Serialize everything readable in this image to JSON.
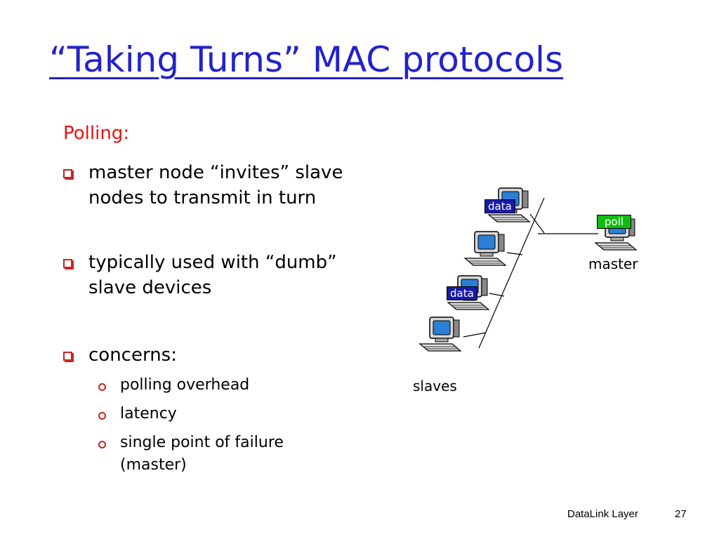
{
  "slide": {
    "title": "“Taking Turns” MAC protocols",
    "heading": "Polling:",
    "bullets": [
      "master node “invites” slave\nnodes to transmit in turn",
      "typically used with “dumb”\nslave devices",
      "concerns:"
    ],
    "sub_bullets": [
      "polling overhead",
      "latency",
      "single point of failure\n(master)"
    ]
  },
  "diagram": {
    "tag_data_1": "data",
    "tag_data_2": "data",
    "tag_poll": "poll",
    "label_master": "master",
    "label_slaves": "slaves",
    "colors": {
      "data_tag": "#1a1aa8",
      "poll_tag": "#11bb11",
      "screen": "#2a7fd6"
    }
  },
  "footer": {
    "section": "DataLink Layer",
    "page": "27"
  }
}
